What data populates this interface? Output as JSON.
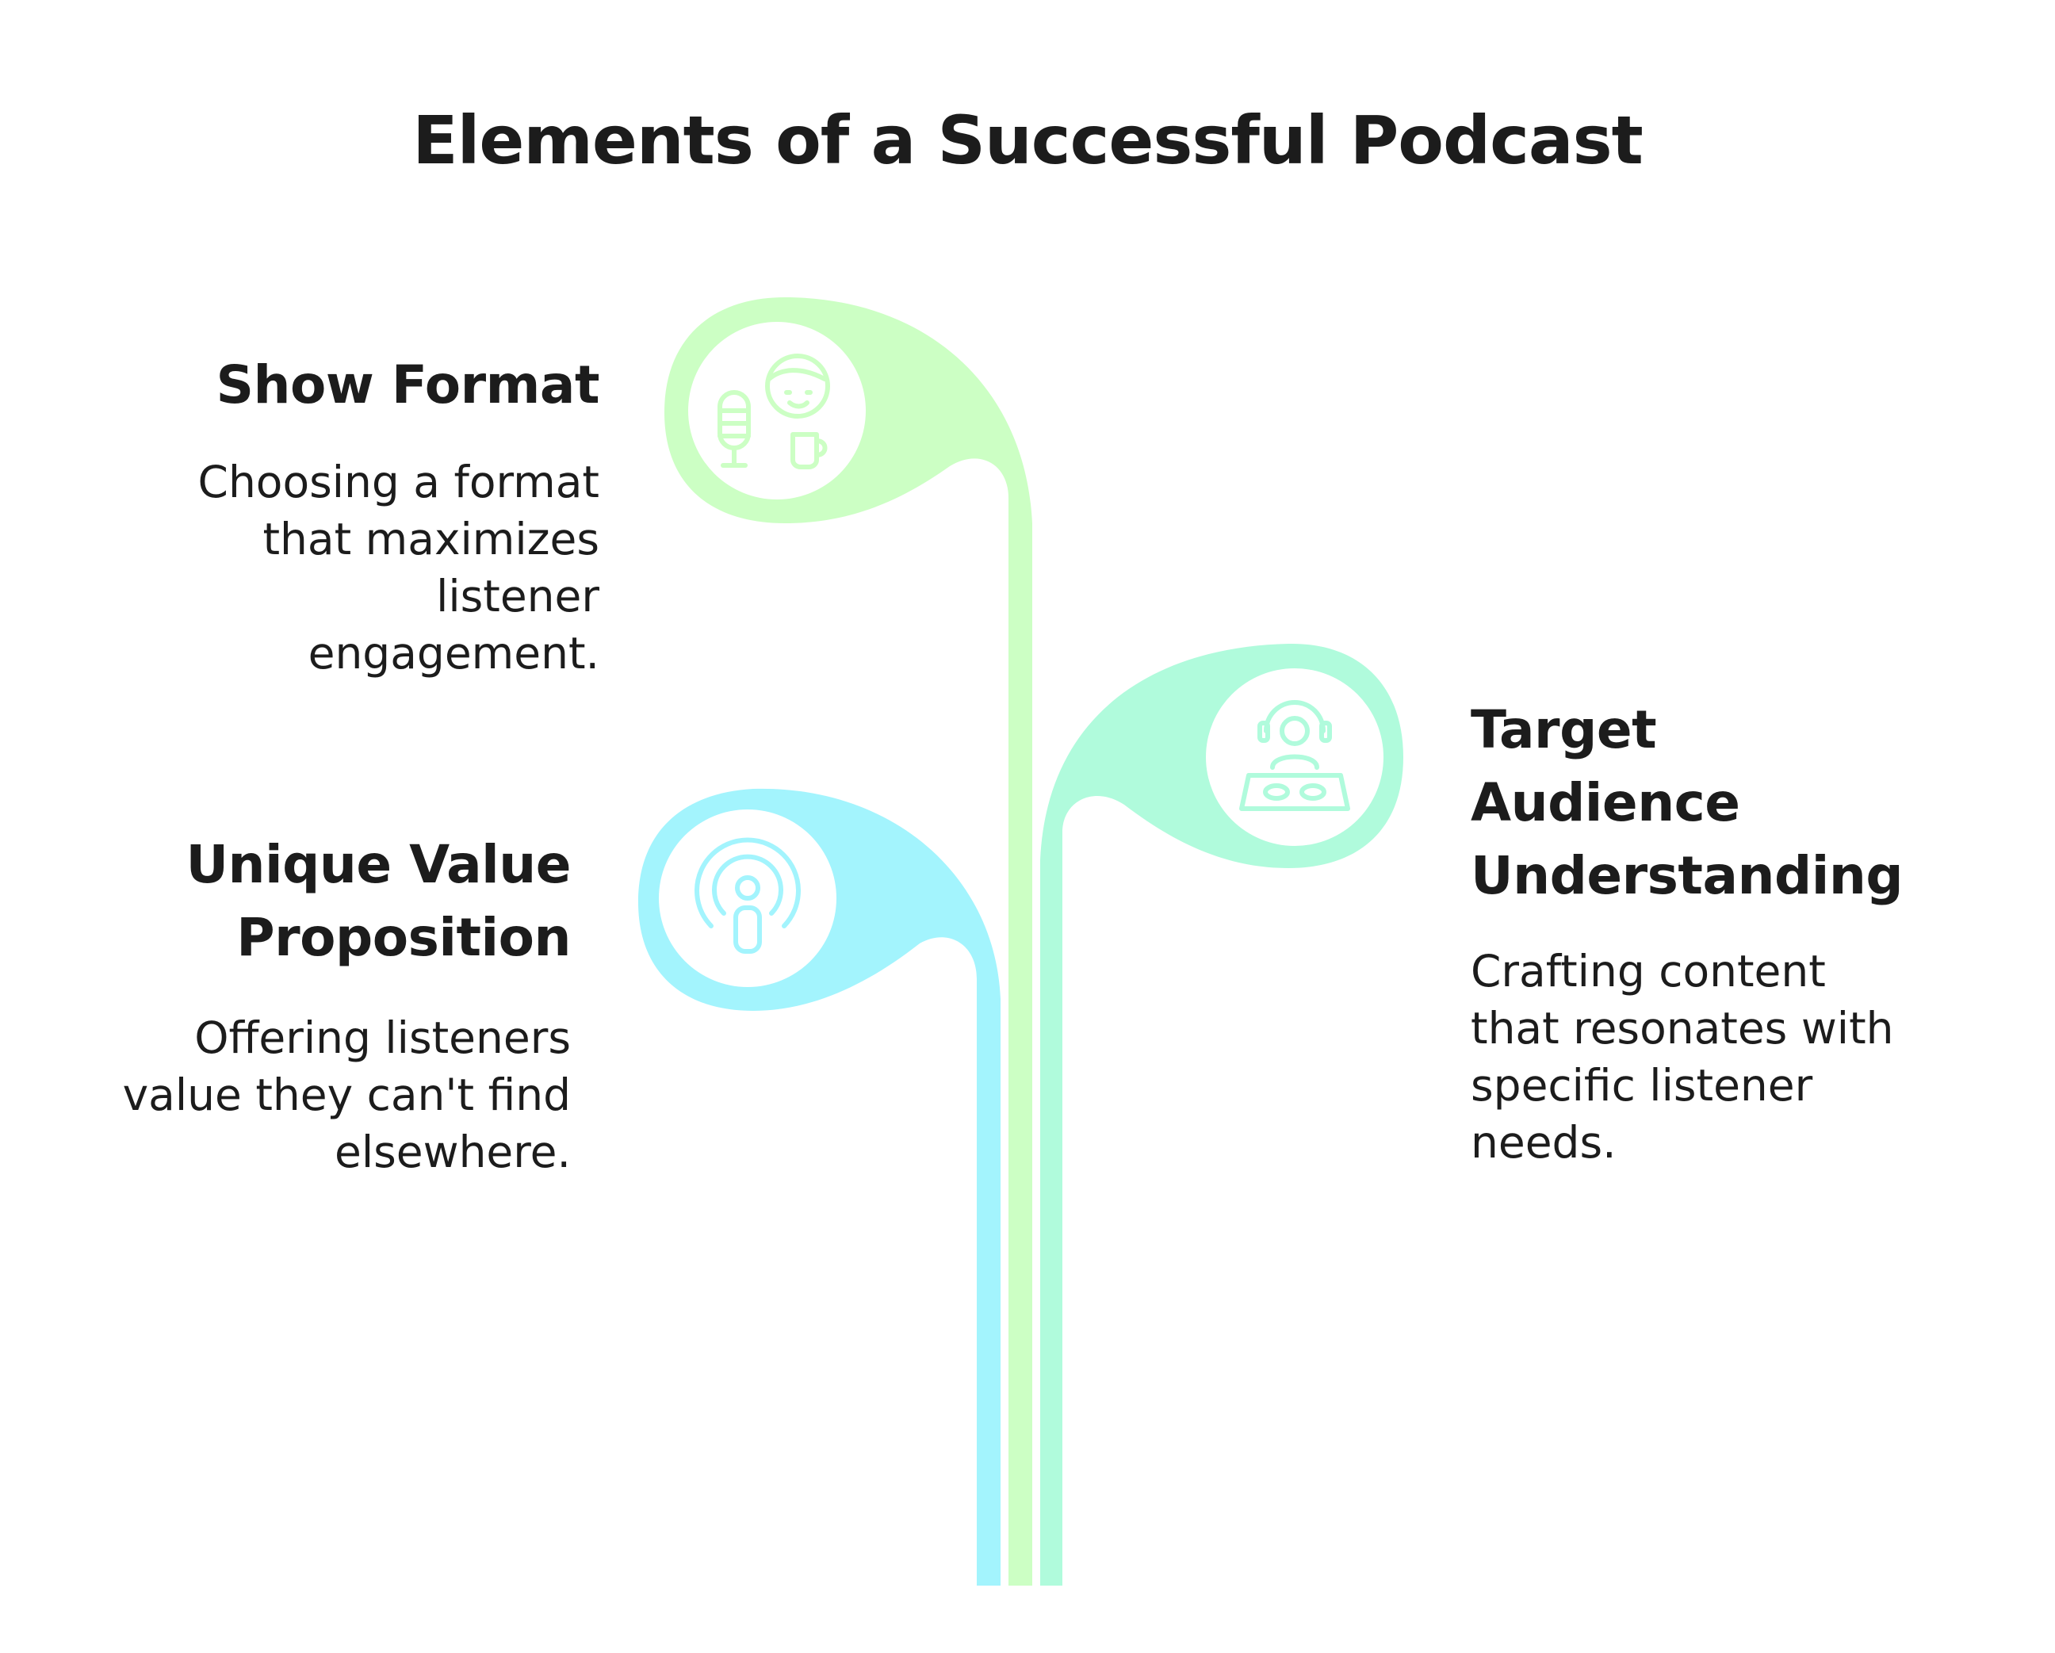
{
  "title": "Elements of a Successful Podcast",
  "items": [
    {
      "heading": "Show Format",
      "description": "Choosing a format that maximizes listener engagement.",
      "description_lines": [
        "Choosing a format",
        "that maximizes",
        "listener",
        "engagement."
      ],
      "icon": "podcast-host-microphone-icon",
      "color": "#ccffc4"
    },
    {
      "heading": "Unique Value Proposition",
      "heading_lines": [
        "Unique Value",
        "Proposition"
      ],
      "description": "Offering listeners value they can't find elsewhere.",
      "description_lines": [
        "Offering listeners",
        "value they can't find",
        "elsewhere."
      ],
      "icon": "podcast-broadcast-icon",
      "color": "#a3f4fd"
    },
    {
      "heading": "Target Audience Understanding",
      "heading_lines": [
        "Target",
        "Audience",
        "Understanding"
      ],
      "description": "Crafting content that resonates with specific listener needs.",
      "description_lines": [
        "Crafting content",
        "that resonates with",
        "specific listener",
        "needs."
      ],
      "icon": "dj-listener-icon",
      "color": "#b0fbdc"
    }
  ],
  "colors": {
    "text": "#1c1c1c",
    "background": "#ffffff"
  }
}
